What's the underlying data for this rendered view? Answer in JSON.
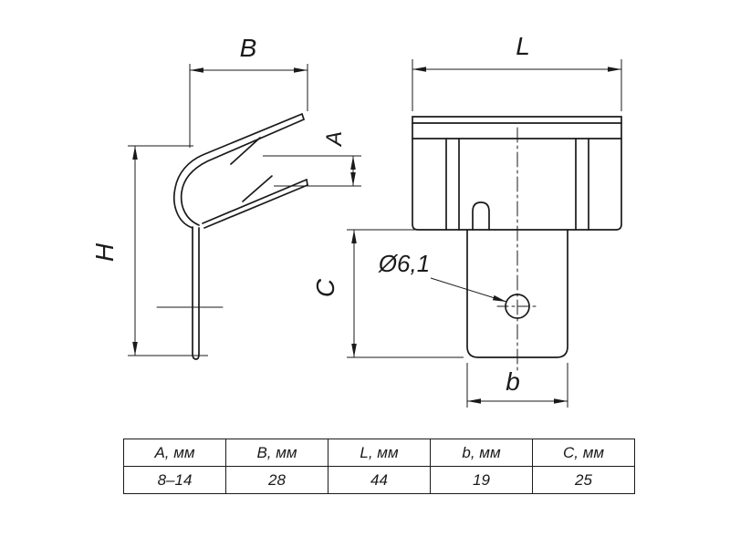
{
  "drawing": {
    "labels": {
      "dim_B": "B",
      "dim_L": "L",
      "dim_A": "A",
      "dim_H": "H",
      "dim_C": "C",
      "dim_b": "b",
      "hole_callout": "Ø6,1"
    },
    "colors": {
      "line": "#1a1a1a",
      "background": "#ffffff"
    }
  },
  "table": {
    "headers": [
      "A, мм",
      "B, мм",
      "L, мм",
      "b, мм",
      "C, мм"
    ],
    "values": [
      "8–14",
      "28",
      "44",
      "19",
      "25"
    ]
  }
}
